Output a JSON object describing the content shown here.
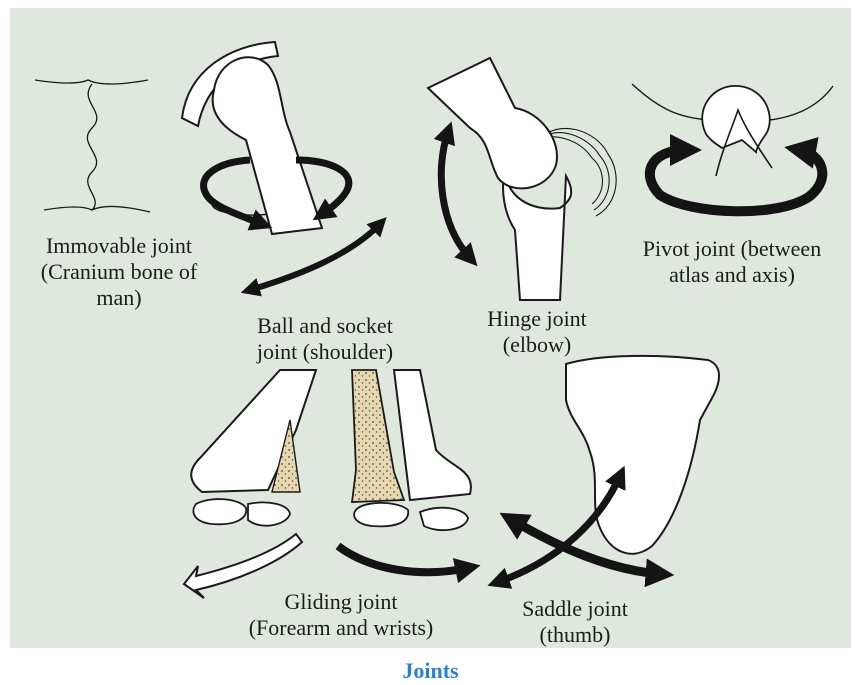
{
  "figure": {
    "caption": "Joints",
    "colors": {
      "panel": "#dfe8dd",
      "bone": "#ffffff",
      "outline": "#1a1a1a",
      "arrow": "#141414",
      "marrow": "#e6d7b3",
      "caption": "#2f7fd0"
    },
    "labels": {
      "immovable": [
        "Immovable joint",
        "(Cranium bone of",
        "man)"
      ],
      "ball": [
        "Ball and socket",
        "joint (shoulder)"
      ],
      "hinge": [
        "Hinge joint",
        "(elbow)"
      ],
      "pivot": [
        "Pivot joint (between",
        "atlas and axis)"
      ],
      "gliding": [
        "Gliding joint",
        "(Forearm and wrists)"
      ],
      "saddle": [
        "Saddle joint",
        "(thumb)"
      ]
    }
  }
}
